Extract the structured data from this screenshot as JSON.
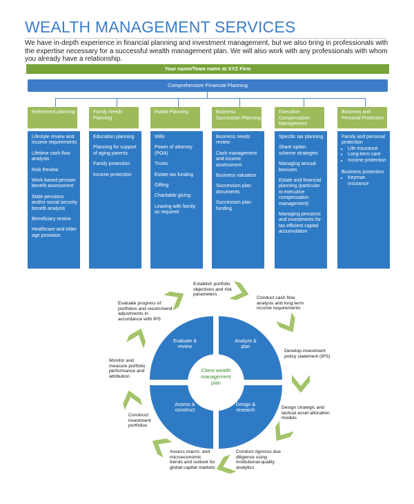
{
  "page": {
    "title": "WEALTH MANAGEMENT SERVICES",
    "intro": "We have in-depth experience in financial planning and investment management, but we also bring in professionals with the expertise necessary for a successful wealth management plan. We will also work with any professionals with whom you already have a relationship."
  },
  "header": {
    "name_bar": "Your name/Team name at XYZ Firm",
    "planning_bar": "Comprehensive Financial Planning"
  },
  "columns": [
    {
      "title": "Retirement planning",
      "items": [
        "Lifestyle review and income requirements",
        "Lifetime cash flow analysis",
        "Risk Review",
        "Work based pension benefit assessment",
        "State pensions and/or social security benefit analysis",
        "Beneficiary review",
        "Healthcare and elder age provision"
      ]
    },
    {
      "title": "Family Needs Planning",
      "items": [
        "Education planning",
        "Planning for support of aging parents",
        "Family protection",
        "Income protection"
      ]
    },
    {
      "title": "Estate Planning",
      "items": [
        "Wills",
        "Power of attorney (POA)",
        "Trusts",
        "Estate tax funding",
        "Gifting",
        "Charitable giving",
        "Leaving with family as required"
      ]
    },
    {
      "title": "Business Succession Planning",
      "items": [
        "Business needs review",
        "Cash management and income assessment",
        "Business valuation",
        "Succession plan documents",
        "Succession plan funding"
      ]
    },
    {
      "title": "Executive Compensation Management",
      "items": [
        "Specific tax planning",
        "Share option scheme strategies",
        "Managing annual bonuses",
        "Estate and financial planning (particular to executive compensation management)",
        "Managing pensions and investments for tax efficient capital accumulation"
      ]
    },
    {
      "title": "Business and Personal Protection",
      "items": [
        "Family and personal protection",
        "Business protection"
      ],
      "bullets": {
        "0": [
          "Life insurance",
          "Long-term care",
          "Income protection"
        ],
        "1": [
          "Keyman insurance"
        ]
      }
    }
  ],
  "cycle": {
    "center": "Client wealth management plan",
    "quadrants": [
      "Evaluate & review",
      "Analyze & plan",
      "Assess & construct",
      "Design & research"
    ],
    "steps": [
      "Establish portfolio objectives and risk parameters",
      "Conduct cash flow analysis and long term income requirements",
      "Develop investment policy statement (IPS)",
      "Design strategic and tactical asset allocation models",
      "Conduct rigorous due diligence using institutional-quality analytics",
      "Assess macro- and microeconomic trends and outlook for global capital markets",
      "Construct investment portfolios",
      "Monitor and measure portfolio performance and attribution",
      "Evaluate progress of portfolios and recommend adjustments in accordance with IPS"
    ]
  },
  "colors": {
    "blue": "#2f7ac4",
    "green": "#9dbb5b",
    "dark_green": "#77a33a",
    "title_blue": "#3d7cc9"
  }
}
